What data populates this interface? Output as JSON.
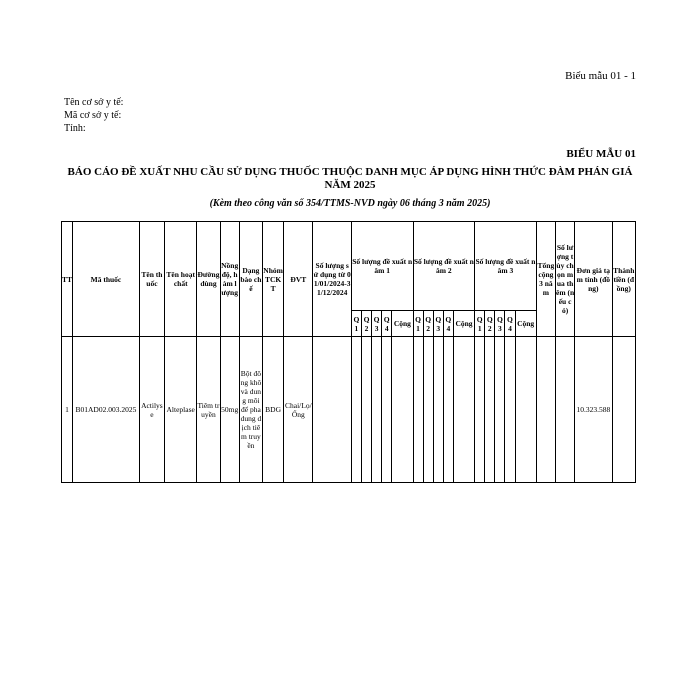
{
  "header": {
    "form_code": "Biểu mẫu 01 - 1",
    "facility_name_label": "Tên cơ sở y tế:",
    "facility_code_label": "Mã cơ sở y tế:",
    "province_label": "Tỉnh:",
    "form_number": "BIỂU MẪU 01",
    "title": "BÁO CÁO ĐỀ XUẤT NHU CẦU SỬ DỤNG THUỐC THUỘC DANH MỤC ÁP DỤNG HÌNH THỨC ĐÀM PHÁN GIÁ NĂM 2025",
    "subtitle": "(Kèm theo công văn số  354/TTMS-NVD ngày 06 tháng 3 năm 2025)"
  },
  "table": {
    "columns": {
      "tt": "TT",
      "drug_code": "Mã thuốc",
      "drug_name": "Tên thuốc",
      "active_ingredient": "Tên hoạt chất",
      "route": "Đường dùng",
      "strength": "Nồng độ, hàm lượng",
      "dosage_form": "Dạng bào chế",
      "group": "Nhóm TCKT",
      "unit": "ĐVT",
      "usage": "Số lượng sử dụng từ 01/01/2024-31/12/2024",
      "year1": "Số lượng đề xuất năm 1",
      "year2": "Số lượng đề xuất năm 2",
      "year3": "Số lượng đề xuất năm 3",
      "total3": "Tổng cộng 3 năm",
      "optional": "Số lượng tùy chọn mua thêm (nếu có)",
      "unit_price": "Đơn giá tạm tính (đồng)",
      "amount": "Thành tiền (đồng)"
    },
    "quarters": [
      "Q1",
      "Q2",
      "Q3",
      "Q4",
      "Cộng"
    ],
    "rows": [
      {
        "tt": "1",
        "drug_code": "B01AD02.003.2025",
        "drug_name": "Actilyse",
        "active_ingredient": "Alteplase",
        "route": "Tiêm truyền",
        "strength": "50mg",
        "dosage_form": "Bột đông khô và dung môi để pha dung dịch tiêm truyền",
        "group": "BDG",
        "unit": "Chai/Lọ/Ống",
        "usage": "",
        "total3": "",
        "optional": "",
        "unit_price": "10.323.588",
        "amount": ""
      }
    ]
  }
}
